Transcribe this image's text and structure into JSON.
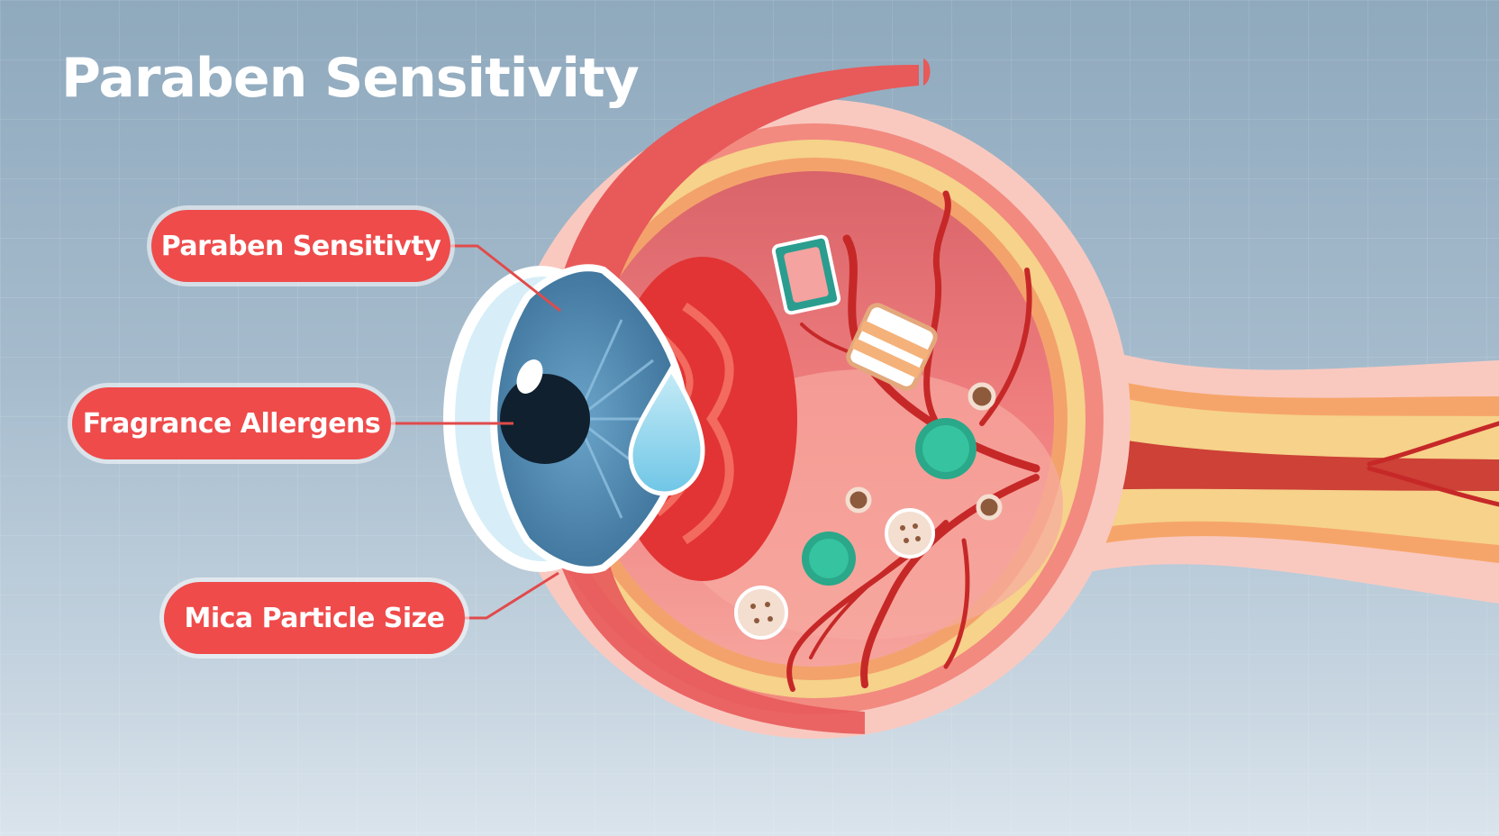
{
  "title": "Paraben Sensitivity",
  "labels": [
    {
      "text": "Paraben Sensitivty"
    },
    {
      "text": "Fragrance Allergens"
    },
    {
      "text": "Mica Particle Size"
    }
  ],
  "colors": {
    "label_fill": "#ef4b4b",
    "iris": "#4a82a8",
    "vessel": "#c62828",
    "sclera_outer": "#f9c9c0",
    "choroid": "#f6d28a"
  }
}
